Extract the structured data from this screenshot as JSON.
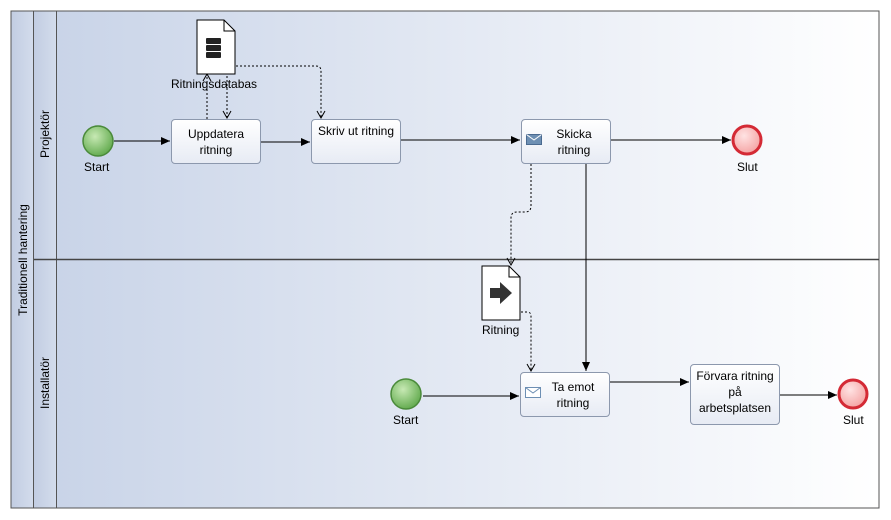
{
  "pool": {
    "label": "Traditionell hantering"
  },
  "lanes": [
    {
      "label": "Projektör"
    },
    {
      "label": "Installatör"
    }
  ],
  "events": {
    "start1": "Start",
    "end1": "Slut",
    "start2": "Start",
    "end2": "Slut"
  },
  "tasks": {
    "uppdatera": [
      "Uppdatera",
      "ritning"
    ],
    "skriv": "Skriv ut ritning",
    "skicka": [
      "Skicka",
      "ritning"
    ],
    "taemot": [
      "Ta emot",
      "ritning"
    ],
    "forvara": [
      "Förvara ritning",
      "på",
      "arbetsplatsen"
    ]
  },
  "artifacts": {
    "database": "Ritningsdatabas",
    "document": "Ritning"
  },
  "icons": {
    "database": "database-icon",
    "document": "arrow-right-icon",
    "message": "envelope-icon"
  },
  "colors": {
    "start_event": "#6fb35a",
    "end_event": "#e0303a",
    "lane_gradient_left": "#c9d4e8",
    "lane_gradient_right": "#ffffff",
    "task_border": "#8c98ad",
    "message_icon": "#6d8fb3"
  }
}
